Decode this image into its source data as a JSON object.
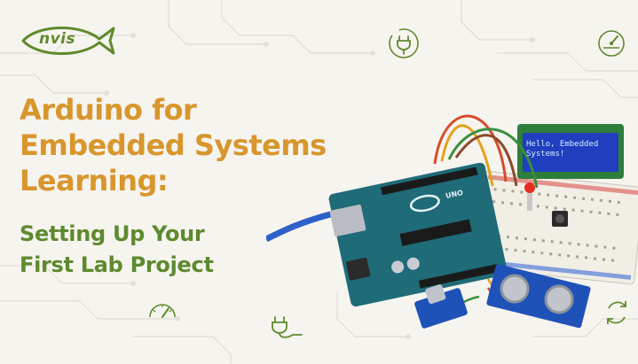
{
  "brand": {
    "logo_text": "nvis"
  },
  "headline": {
    "lines": [
      "Arduino for",
      "Embedded Systems",
      "Learning:"
    ]
  },
  "subheadline": {
    "lines": [
      "Setting Up Your",
      "First Lab Project"
    ]
  },
  "scene": {
    "lcd_lines": [
      "Hello, Embedded",
      "Systems!"
    ],
    "board_label": "UNO"
  },
  "icons": [
    "plug-icon",
    "gauge-icon",
    "refresh-cycle-icon"
  ],
  "colors": {
    "accent_orange": "#d8962d",
    "accent_green": "#5e8a2e",
    "background": "#f6f4ef"
  }
}
